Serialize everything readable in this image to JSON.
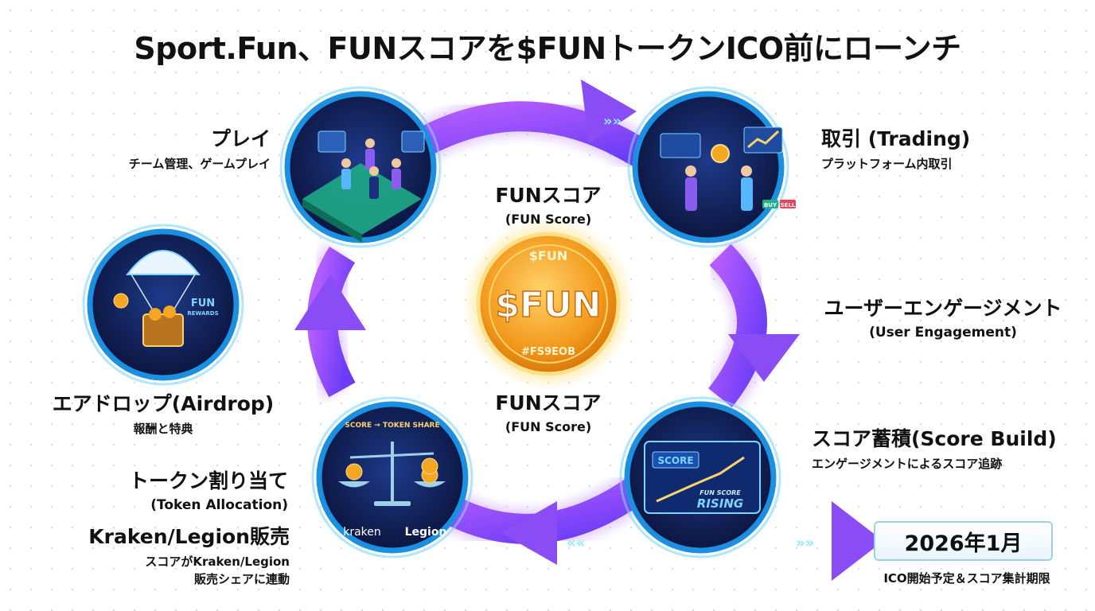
{
  "title": "Sport.Fun、FUNスコアを$FUNトークンICO前にローンチ",
  "nodes": {
    "play": {
      "label": "プレイ",
      "sub": "チーム管理、ゲームプレイ"
    },
    "trading": {
      "label": "取引 (Trading)",
      "sub": "プラットフォーム内取引"
    },
    "engagement": {
      "label": "ユーザーエンゲージメント",
      "sub": "(User Engagement)"
    },
    "score_build": {
      "label": "スコア蓄積(Score Build)",
      "sub": "エンゲージメントによるスコア追跡"
    },
    "allocation": {
      "label": "トークン割り当て",
      "sub": "(Token Allocation)"
    },
    "sale": {
      "label": "Kraken/Legion販売",
      "sub1": "スコアがKraken/Legion",
      "sub2": "販売シェアに連動"
    },
    "airdrop": {
      "label": "エアドロップ(Airdrop)",
      "sub": "報酬と特典"
    }
  },
  "center": {
    "top_label": "FUNスコア",
    "top_sub": "(FUN Score)",
    "bottom_label": "FUNスコア",
    "bottom_sub": "(FUN Score)",
    "coin_top": "$FUN",
    "coin_main": "$FUN",
    "coin_bottom": "#FS9EOB"
  },
  "icons_text": {
    "fun": "FUN",
    "rewards": "REWARDS",
    "score_token_share": "SCORE → TOKEN SHARE",
    "kraken": "kraken",
    "legion": "Legion",
    "score": "SCORE",
    "fun_score": "FUN SCORE",
    "rising": "RISING",
    "buy": "BUY",
    "sell": "SELL"
  },
  "timeline": {
    "date": "2026年1月",
    "sub": "ICO開始予定＆スコア集計期限"
  },
  "colors": {
    "ring_blue": "#1b8fe0",
    "arrow_purple": "#8a3cf0",
    "coin_gold": "#f5a623",
    "node_bg": "#0d1a4a"
  }
}
